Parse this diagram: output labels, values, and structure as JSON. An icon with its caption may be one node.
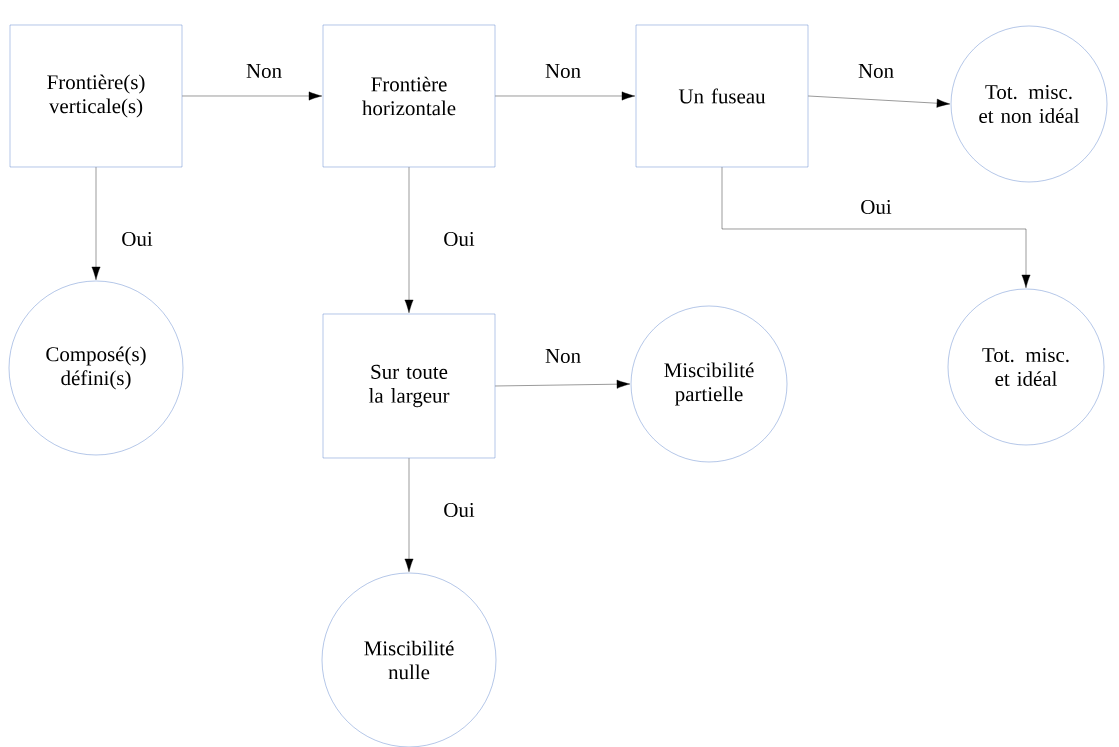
{
  "diagram": {
    "nodes": [
      {
        "text": [
          "Frontière(s) verticale(s)"
        ]
      },
      {
        "text": [
          "Frontière horizontale"
        ]
      },
      {
        "text": [
          "Un fuseau"
        ]
      },
      {
        "text": [
          "Tot. misc. et non idéal"
        ]
      },
      {
        "text": [
          "Composé(s) défini(s)"
        ]
      },
      {
        "text": [
          "Sur toute la largeur"
        ]
      },
      {
        "text": [
          "Miscibilité partielle"
        ]
      },
      {
        "text": [
          "Tot. misc. et idéal"
        ]
      },
      {
        "text": [
          "Miscibilité nulle"
        ]
      }
    ],
    "edges": [
      {
        "from": 0,
        "to": 1,
        "arrow": "to",
        "label": "Non"
      },
      {
        "from": 1,
        "to": 2,
        "arrow": "to",
        "label": "Non"
      },
      {
        "from": 2,
        "to": 3,
        "arrow": "to",
        "label": "Non"
      },
      {
        "from": 0,
        "to": 4,
        "arrow": "to",
        "label": "Oui"
      },
      {
        "from": 1,
        "to": 5,
        "arrow": "to",
        "label": "Oui"
      },
      {
        "from": 2,
        "to": 7,
        "arrow": "to",
        "label": "Oui"
      },
      {
        "from": 5,
        "to": 6,
        "arrow": "to",
        "label": "Non"
      },
      {
        "from": 5,
        "to": 8,
        "arrow": "to",
        "label": "Oui"
      }
    ]
  }
}
